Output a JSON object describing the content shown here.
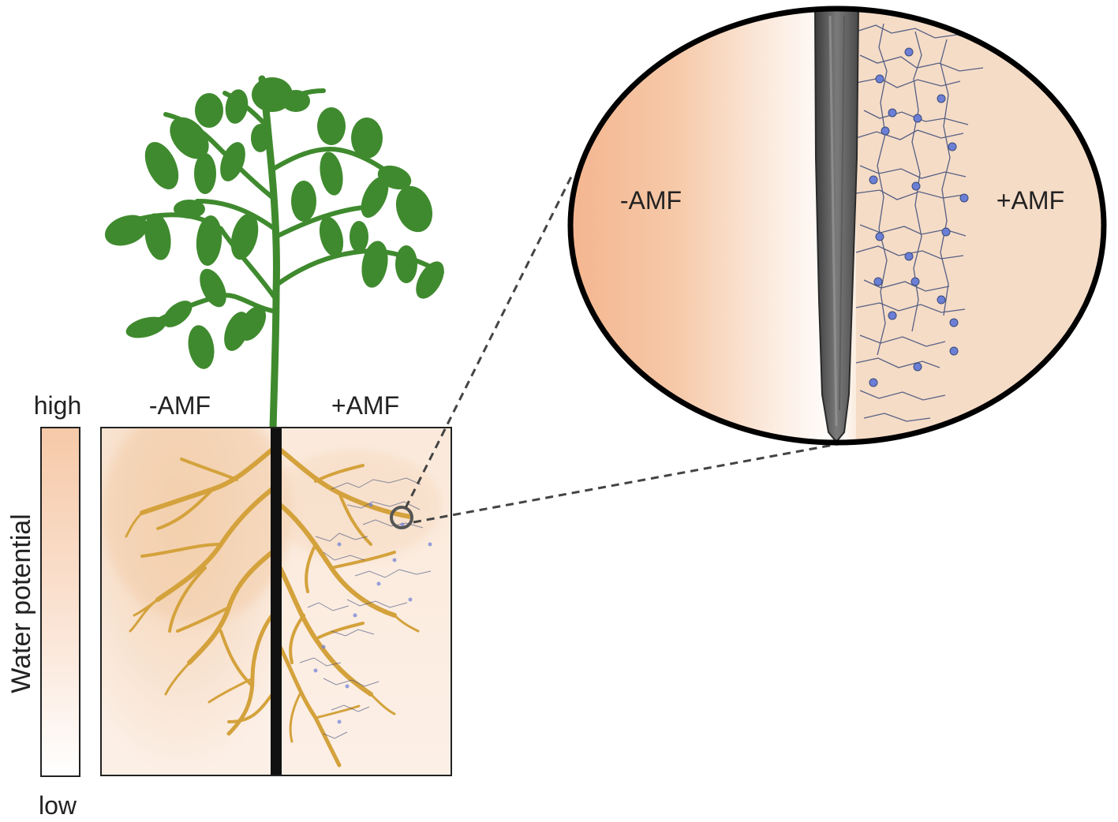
{
  "legend": {
    "high_label": "high",
    "low_label": "low",
    "axis_label": "Water potential"
  },
  "pot": {
    "left_label": "-AMF",
    "right_label": "+AMF"
  },
  "zoom": {
    "left_label": "-AMF",
    "right_label": "+AMF"
  },
  "colors": {
    "leaf": "#3f8a2e",
    "root": "#d4a23c",
    "hyphae": "#3a4a78",
    "spore": "#6b7fd6",
    "soil_high": "#f6c9a8",
    "soil_low": "#ffffff",
    "divider": "#111111"
  }
}
